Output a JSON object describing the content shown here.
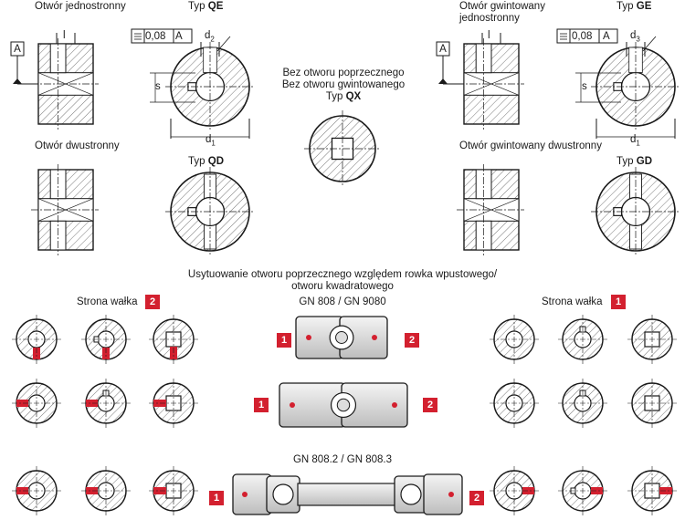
{
  "top": {
    "left_one_side": "Otwór jednostronny",
    "left_two_side": "Otwór dwustronny",
    "right_threaded_one_side_line1": "Otwór gwintowany",
    "right_threaded_one_side_line2": "jednostronny",
    "right_threaded_two_side": "Otwór gwintowany dwustronny",
    "type_prefix": "Typ",
    "type_qe": "QE",
    "type_qd": "QD",
    "type_ge": "GE",
    "type_gd": "GD",
    "type_qx": "QX",
    "center_line1": "Bez otworu poprzecznego",
    "center_line2": "Bez otworu gwintowanego",
    "datum": "A",
    "tolerance": "0,08",
    "dims": {
      "l": "l",
      "s": "s",
      "d1": "d",
      "d1_sub": "1",
      "d2": "d",
      "d2_sub": "2",
      "d3": "d",
      "d3_sub": "3"
    }
  },
  "bottom": {
    "heading_line1": "Usytuowanie otworu poprzecznego względem rowka wpustowego/",
    "heading_line2": "otworu kwadratowego",
    "left_side_label": "Strona wałka",
    "left_side_badge": "2",
    "right_side_label": "Strona wałka",
    "right_side_badge": "1",
    "gn_top": "GN 808 / GN 9080",
    "gn_bottom": "GN 808.2 / GN 808.3",
    "markers": [
      "1",
      "2",
      "1",
      "2",
      "1",
      "2"
    ]
  },
  "colors": {
    "accent": "#d3202f",
    "line": "#1a1a1a",
    "part": "#e6e6e6"
  }
}
